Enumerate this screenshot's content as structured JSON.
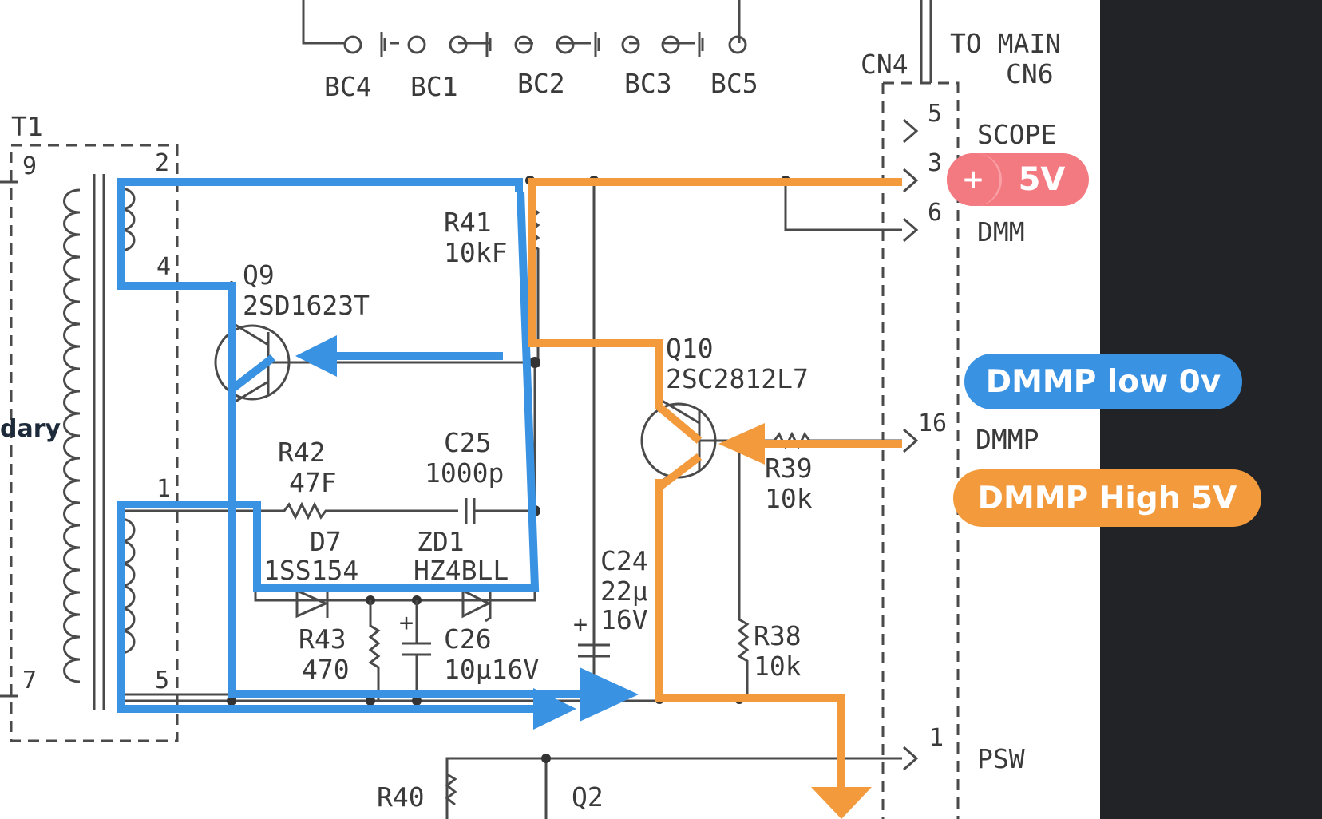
{
  "schematic": {
    "transformer": {
      "ref": "T1",
      "pin_9": "9",
      "pin_2": "2",
      "pin_4": "4",
      "pin_1": "1",
      "pin_7": "7",
      "pin_5": "5"
    },
    "batteries": [
      "BC4",
      "BC1",
      "BC2",
      "BC3",
      "BC5"
    ],
    "connector": {
      "ref": "CN4",
      "dest_line1": "TO MAIN",
      "dest_line2": "CN6",
      "pins": [
        {
          "num": "5",
          "name": "SCOPE"
        },
        {
          "num": "3",
          "name": ""
        },
        {
          "num": "6",
          "name": "DMM"
        },
        {
          "num": "16",
          "name": "DMMP"
        },
        {
          "num": "1",
          "name": "PSW"
        }
      ]
    },
    "components": {
      "q9": {
        "ref": "Q9",
        "part": "2SD1623T"
      },
      "q10": {
        "ref": "Q10",
        "part": "2SC2812L7"
      },
      "q2": {
        "ref": "Q2"
      },
      "r41": {
        "ref": "R41",
        "value": "10kF"
      },
      "r42": {
        "ref": "R42",
        "value": "47F"
      },
      "c25": {
        "ref": "C25",
        "value": "1000p"
      },
      "d7": {
        "ref": "D7",
        "value": "1SS154"
      },
      "zd1": {
        "ref": "ZD1",
        "value": "HZ4BLL"
      },
      "c24": {
        "ref": "C24",
        "value1": "22μ",
        "value2": "16V"
      },
      "r39": {
        "ref": "R39",
        "value": "10k"
      },
      "r38": {
        "ref": "R38",
        "value": "10k"
      },
      "r43": {
        "ref": "R43",
        "value": "470"
      },
      "c26": {
        "ref": "C26",
        "value": "10μ16V"
      },
      "r40": {
        "ref": "R40"
      }
    }
  },
  "annotations": {
    "supply": {
      "sign": "+",
      "value": "5V",
      "color": "#f47a82"
    },
    "dmmp_low": {
      "text": "DMMP low 0v",
      "color": "#3a92e2"
    },
    "dmmp_high": {
      "text": "DMMP High 5V",
      "color": "#f39a3c"
    },
    "edge_text": "dary"
  }
}
